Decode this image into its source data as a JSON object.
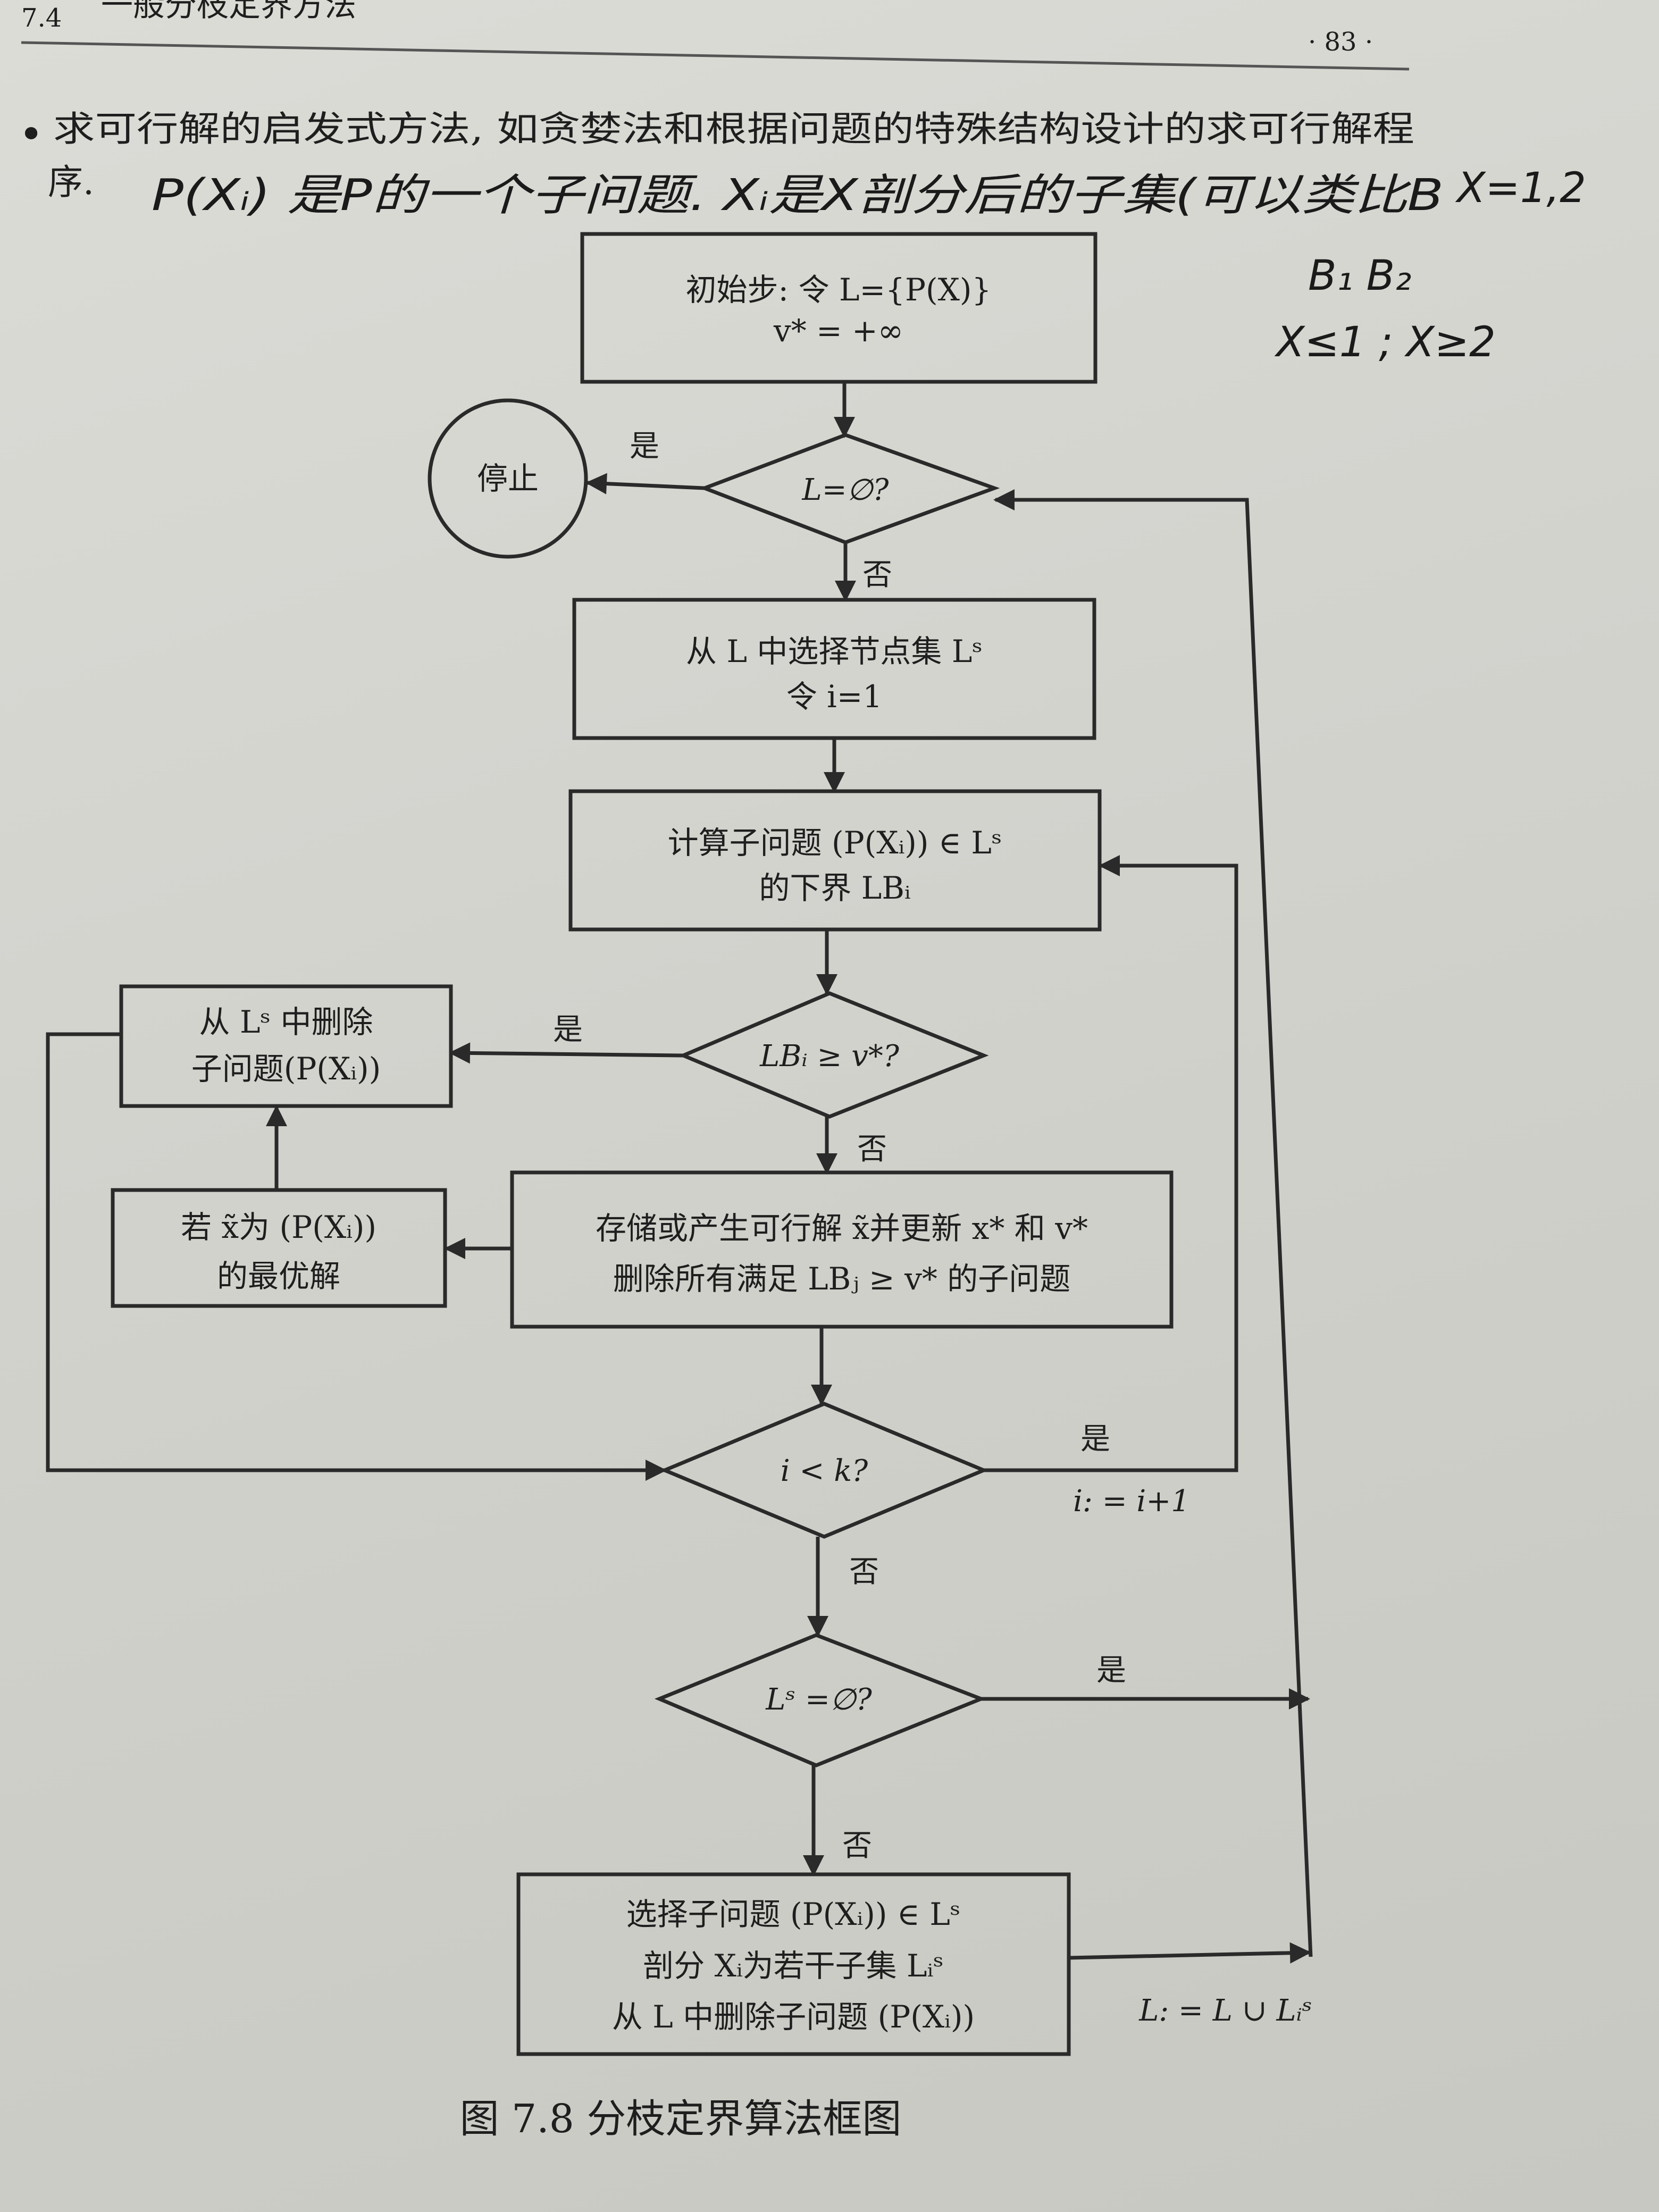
{
  "header": {
    "section": "7.4",
    "section_title": "一般分枝定界方法",
    "page_number": "· 83 ·"
  },
  "intro": {
    "line1": "求可行解的启发式方法, 如贪婪法和根据问题的特殊结构设计的求可行解程",
    "line2": "序."
  },
  "handwriting": {
    "note1": "P(Xᵢ) 是P的一个子问题. Xᵢ是X剖分后的子集(可以类比B",
    "note2": "X=1,2",
    "note3": "B₁  B₂",
    "note4": "X≤1 ; X≥2"
  },
  "flow": {
    "init_line1": "初始步: 令 L={P(X)}",
    "init_line2": "v* = +∞",
    "stop": "停止",
    "dec1": "L=∅?",
    "select_line1": "从 L 中选择节点集 Lˢ",
    "select_line2": "令 i=1",
    "compute_line1": "计算子问题 (P(Xᵢ)) ∈ Lˢ",
    "compute_line2": "的下界 LBᵢ",
    "dec2": "LBᵢ ≥ v*?",
    "delete_line1": "从 Lˢ 中删除",
    "delete_line2": "子问题(P(Xᵢ))",
    "optimal_line1": "若 x̃为 (P(Xᵢ))",
    "optimal_line2": "的最优解",
    "store_line1": "存储或产生可行解 x̃并更新 x* 和 v*",
    "store_line2": "删除所有满足 LBⱼ ≥ v* 的子问题",
    "dec3": "i < k?",
    "dec4": "Lˢ =∅?",
    "branch_line1": "选择子问题 (P(Xᵢ)) ∈ Lˢ",
    "branch_line2": "剖分 Xᵢ为若干子集 Lᵢˢ",
    "branch_line3": "从 L 中删除子问题 (P(Xᵢ))",
    "yes": "是",
    "no": "否",
    "increment": "i: = i+1",
    "union": "L: = L ∪ Lᵢˢ"
  },
  "caption": "图 7.8   分枝定界算法框图"
}
